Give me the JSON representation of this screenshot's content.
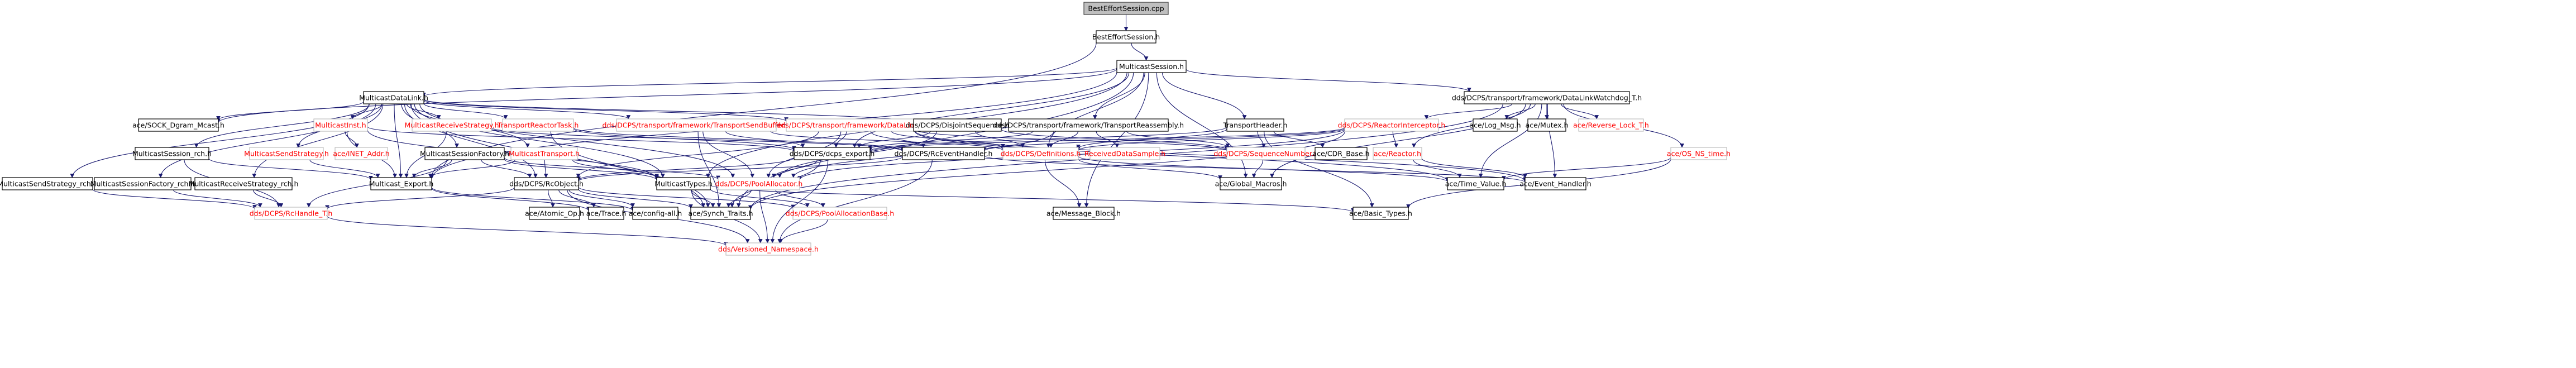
{
  "graph": {
    "nodes": [
      {
        "id": "root",
        "label": "BestEffortSession.cpp",
        "kind": "root"
      },
      {
        "id": "beh",
        "label": "BestEffortSession.h",
        "kind": "doc"
      },
      {
        "id": "ms",
        "label": "MulticastSession.h",
        "kind": "doc"
      },
      {
        "id": "mdl",
        "label": "MulticastDataLink.h",
        "kind": "doc"
      },
      {
        "id": "wdog",
        "label": "dds/DCPS/transport/framework/DataLinkWatchdog_T.h",
        "kind": "doc"
      },
      {
        "id": "sock",
        "label": "ace/SOCK_Dgram_Mcast.h",
        "kind": "doc"
      },
      {
        "id": "minst",
        "label": "MulticastInst.h",
        "kind": "ext"
      },
      {
        "id": "mrecv",
        "label": "MulticastReceiveStrategy.h",
        "kind": "ext"
      },
      {
        "id": "trt",
        "label": "TransportReactorTask.h",
        "kind": "ext"
      },
      {
        "id": "tsb",
        "label": "dds/DCPS/transport/framework/TransportSendBuffer.h",
        "kind": "ext"
      },
      {
        "id": "tdl",
        "label": "dds/DCPS/transport/framework/DataLink.h",
        "kind": "ext"
      },
      {
        "id": "dseq",
        "label": "dds/DCPS/DisjointSequence.h",
        "kind": "doc"
      },
      {
        "id": "tra",
        "label": "dds/DCPS/transport/framework/TransportReassembly.h",
        "kind": "doc"
      },
      {
        "id": "th",
        "label": "TransportHeader.h",
        "kind": "doc"
      },
      {
        "id": "ri",
        "label": "dds/DCPS/ReactorInterceptor.h",
        "kind": "ext"
      },
      {
        "id": "log",
        "label": "ace/Log_Msg.h",
        "kind": "doc"
      },
      {
        "id": "mutex",
        "label": "ace/Mutex.h",
        "kind": "doc"
      },
      {
        "id": "rlt",
        "label": "ace/Reverse_Lock_T.h",
        "kind": "ext"
      },
      {
        "id": "nstime",
        "label": "ace/OS_NS_time.h",
        "kind": "ext"
      },
      {
        "id": "msrch",
        "label": "MulticastSession_rch.h",
        "kind": "doc"
      },
      {
        "id": "msend",
        "label": "MulticastSendStrategy.h",
        "kind": "ext"
      },
      {
        "id": "inet",
        "label": "ace/INET_Addr.h",
        "kind": "ext"
      },
      {
        "id": "msf",
        "label": "MulticastSessionFactory.h",
        "kind": "doc"
      },
      {
        "id": "mtr",
        "label": "MulticastTransport.h",
        "kind": "ext"
      },
      {
        "id": "exp",
        "label": "dds/DCPS/dcps_export.h",
        "kind": "doc"
      },
      {
        "id": "reh",
        "label": "dds/DCPS/RcEventHandler.h",
        "kind": "doc"
      },
      {
        "id": "defs",
        "label": "dds/DCPS/Definitions.h",
        "kind": "ext"
      },
      {
        "id": "rds",
        "label": "ReceivedDataSample.h",
        "kind": "ext"
      },
      {
        "id": "seqn",
        "label": "dds/DCPS/SequenceNumber.h",
        "kind": "ext"
      },
      {
        "id": "cdr",
        "label": "ace/CDR_Base.h",
        "kind": "doc"
      },
      {
        "id": "reactor",
        "label": "ace/Reactor.h",
        "kind": "ext"
      },
      {
        "id": "mssrch",
        "label": "MulticastSendStrategy_rch.h",
        "kind": "doc"
      },
      {
        "id": "msfrch",
        "label": "MulticastSessionFactory_rch.h",
        "kind": "doc"
      },
      {
        "id": "mrsrch",
        "label": "MulticastReceiveStrategy_rch.h",
        "kind": "doc"
      },
      {
        "id": "mexp",
        "label": "Multicast_Export.h",
        "kind": "doc"
      },
      {
        "id": "rco",
        "label": "dds/DCPS/RcObject.h",
        "kind": "doc"
      },
      {
        "id": "mt",
        "label": "MulticastTypes.h",
        "kind": "doc"
      },
      {
        "id": "pa",
        "label": "dds/DCPS/PoolAllocator.h",
        "kind": "ext"
      },
      {
        "id": "mb",
        "label": "ace/Message_Block.h",
        "kind": "doc"
      },
      {
        "id": "gm",
        "label": "ace/Global_Macros.h",
        "kind": "doc"
      },
      {
        "id": "tv",
        "label": "ace/Time_Value.h",
        "kind": "doc"
      },
      {
        "id": "eh",
        "label": "ace/Event_Handler.h",
        "kind": "doc"
      },
      {
        "id": "rch",
        "label": "dds/DCPS/RcHandle_T.h",
        "kind": "ext"
      },
      {
        "id": "aop",
        "label": "ace/Atomic_Op.h",
        "kind": "doc"
      },
      {
        "id": "trace",
        "label": "ace/Trace.h",
        "kind": "doc"
      },
      {
        "id": "cfg",
        "label": "ace/config-all.h",
        "kind": "doc"
      },
      {
        "id": "st",
        "label": "ace/Synch_Traits.h",
        "kind": "doc"
      },
      {
        "id": "pab",
        "label": "dds/DCPS/PoolAllocationBase.h",
        "kind": "ext"
      },
      {
        "id": "bt",
        "label": "ace/Basic_Types.h",
        "kind": "doc"
      },
      {
        "id": "vn",
        "label": "dds/Versioned_Namespace.h",
        "kind": "ext"
      }
    ],
    "edges": [
      [
        "root",
        "beh"
      ],
      [
        "beh",
        "ms"
      ],
      [
        "beh",
        "mexp"
      ],
      [
        "ms",
        "mdl"
      ],
      [
        "ms",
        "wdog"
      ],
      [
        "ms",
        "tra"
      ],
      [
        "ms",
        "th"
      ],
      [
        "ms",
        "exp"
      ],
      [
        "ms",
        "defs"
      ],
      [
        "ms",
        "mexp"
      ],
      [
        "ms",
        "mt"
      ],
      [
        "ms",
        "mb"
      ],
      [
        "ms",
        "st"
      ],
      [
        "ms",
        "gm"
      ],
      [
        "ms",
        "sock"
      ],
      [
        "mdl",
        "sock"
      ],
      [
        "mdl",
        "minst"
      ],
      [
        "mdl",
        "mrecv"
      ],
      [
        "mdl",
        "trt"
      ],
      [
        "mdl",
        "tsb"
      ],
      [
        "mdl",
        "tdl"
      ],
      [
        "mdl",
        "dseq"
      ],
      [
        "mdl",
        "msrch"
      ],
      [
        "mdl",
        "msend"
      ],
      [
        "mdl",
        "msf"
      ],
      [
        "mdl",
        "mtr"
      ],
      [
        "mdl",
        "mssrch"
      ],
      [
        "mdl",
        "msfrch"
      ],
      [
        "mdl",
        "mrsrch"
      ],
      [
        "mdl",
        "mexp"
      ],
      [
        "mdl",
        "mt"
      ],
      [
        "mdl",
        "rco"
      ],
      [
        "mdl",
        "pa"
      ],
      [
        "mdl",
        "st"
      ],
      [
        "wdog",
        "ri"
      ],
      [
        "wdog",
        "log"
      ],
      [
        "wdog",
        "mutex"
      ],
      [
        "wdog",
        "rlt"
      ],
      [
        "wdog",
        "nstime"
      ],
      [
        "wdog",
        "reactor"
      ],
      [
        "wdog",
        "tv"
      ],
      [
        "wdog",
        "eh"
      ],
      [
        "wdog",
        "gm"
      ],
      [
        "wdog",
        "st"
      ],
      [
        "minst",
        "inet"
      ],
      [
        "minst",
        "mexp"
      ],
      [
        "minst",
        "exp"
      ],
      [
        "minst",
        "mt"
      ],
      [
        "mrecv",
        "mexp"
      ],
      [
        "mrecv",
        "reh"
      ],
      [
        "trt",
        "reh"
      ],
      [
        "trt",
        "st"
      ],
      [
        "trt",
        "exp"
      ],
      [
        "tsb",
        "exp"
      ],
      [
        "tsb",
        "pa"
      ],
      [
        "tsb",
        "defs"
      ],
      [
        "tsb",
        "st"
      ],
      [
        "tdl",
        "exp"
      ],
      [
        "tdl",
        "pa"
      ],
      [
        "tdl",
        "rco"
      ],
      [
        "tdl",
        "reh"
      ],
      [
        "tdl",
        "defs"
      ],
      [
        "tdl",
        "seqn"
      ],
      [
        "tdl",
        "tv"
      ],
      [
        "tdl",
        "eh"
      ],
      [
        "dseq",
        "exp"
      ],
      [
        "dseq",
        "pa"
      ],
      [
        "dseq",
        "defs"
      ],
      [
        "dseq",
        "seqn"
      ],
      [
        "tra",
        "exp"
      ],
      [
        "tra",
        "defs"
      ],
      [
        "tra",
        "rds"
      ],
      [
        "tra",
        "pa"
      ],
      [
        "tra",
        "seqn"
      ],
      [
        "th",
        "exp"
      ],
      [
        "th",
        "defs"
      ],
      [
        "th",
        "seqn"
      ],
      [
        "th",
        "cdr"
      ],
      [
        "th",
        "bt"
      ],
      [
        "ri",
        "reactor"
      ],
      [
        "ri",
        "reh"
      ],
      [
        "ri",
        "pa"
      ],
      [
        "ri",
        "exp"
      ],
      [
        "ri",
        "defs"
      ],
      [
        "ri",
        "st"
      ],
      [
        "nstime",
        "tv"
      ],
      [
        "nstime",
        "bt"
      ],
      [
        "msrch",
        "mexp"
      ],
      [
        "msrch",
        "rch"
      ],
      [
        "msend",
        "mexp"
      ],
      [
        "msf",
        "mexp"
      ],
      [
        "msf",
        "rco"
      ],
      [
        "msf",
        "mt"
      ],
      [
        "msf",
        "rch"
      ],
      [
        "msf",
        "pa"
      ],
      [
        "mtr",
        "mexp"
      ],
      [
        "mtr",
        "mt"
      ],
      [
        "mtr",
        "rco"
      ],
      [
        "exp",
        "rco"
      ],
      [
        "exp",
        "st"
      ],
      [
        "exp",
        "pa"
      ],
      [
        "exp",
        "vn"
      ],
      [
        "reh",
        "rco"
      ],
      [
        "reh",
        "eh"
      ],
      [
        "reh",
        "vn"
      ],
      [
        "defs",
        "gm"
      ],
      [
        "defs",
        "mb"
      ],
      [
        "defs",
        "tv"
      ],
      [
        "seqn",
        "gm"
      ],
      [
        "reactor",
        "tv"
      ],
      [
        "reactor",
        "eh"
      ],
      [
        "mssrch",
        "rch"
      ],
      [
        "msfrch",
        "rch"
      ],
      [
        "mrsrch",
        "rch"
      ],
      [
        "mexp",
        "trace"
      ],
      [
        "mexp",
        "cfg"
      ],
      [
        "rco",
        "aop"
      ],
      [
        "rco",
        "trace"
      ],
      [
        "rco",
        "cfg"
      ],
      [
        "rco",
        "st"
      ],
      [
        "rco",
        "rch"
      ],
      [
        "rco",
        "pab"
      ],
      [
        "rco",
        "vn"
      ],
      [
        "mt",
        "pab"
      ],
      [
        "mt",
        "bt"
      ],
      [
        "mt",
        "st"
      ],
      [
        "mt",
        "vn"
      ],
      [
        "pa",
        "st"
      ],
      [
        "pa",
        "pab"
      ],
      [
        "pa",
        "vn"
      ],
      [
        "rch",
        "vn"
      ],
      [
        "pab",
        "vn"
      ]
    ]
  }
}
